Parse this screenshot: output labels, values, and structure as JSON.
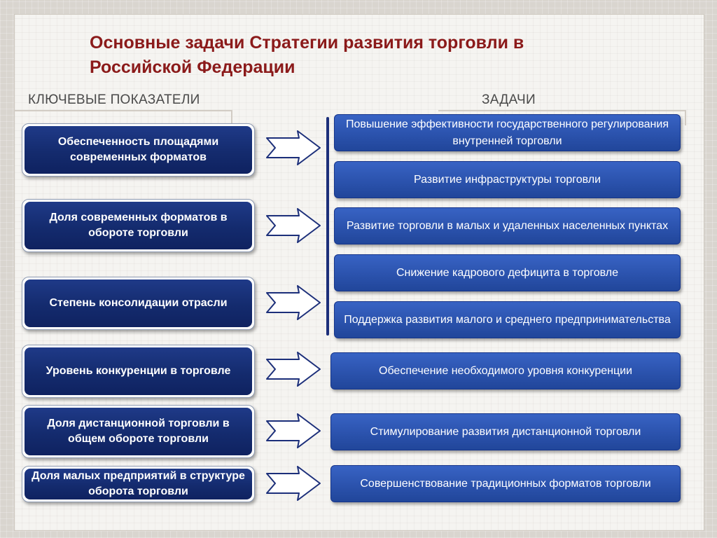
{
  "title": "Основные задачи Стратегии развития торговли в\nРоссийской Федерации",
  "headers": {
    "indicators": "КЛЮЧЕВЫЕ ПОКАЗАТЕЛИ",
    "tasks": "ЗАДАЧИ"
  },
  "indicators": [
    "Обеспеченность площадями современных форматов",
    "Доля современных форматов в обороте торговли",
    "Степень консолидации отрасли",
    "Уровень конкуренции в торговле",
    "Доля дистанционной торговли в общем обороте торговли",
    "Доля малых предприятий в структуре оборота торговли"
  ],
  "tasks": [
    "Повышение эффективности государственного регулирования внутренней торговли",
    "Развитие инфраструктуры торговли",
    "Развитие торговли в малых и удаленных населенных пунктах",
    "Снижение кадрового дефицита в торговле",
    "Поддержка развития малого и среднего предпринимательства",
    "Обеспечение необходимого уровня конкуренции",
    "Стимулирование развития дистанционной торговли",
    "Совершенствование традиционных форматов торговли"
  ],
  "colors": {
    "title": "#8b1a1a",
    "indicator_fill": "#142b6e",
    "task_fill": "#2a51ab",
    "connector": "#1c2f7a"
  }
}
